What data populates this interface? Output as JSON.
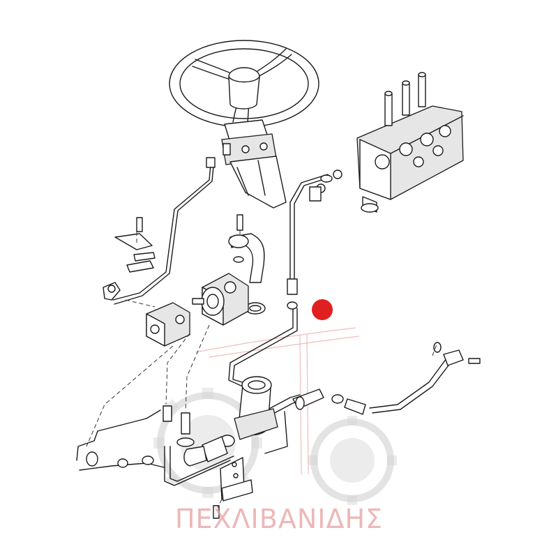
{
  "watermark": {
    "text": "ΠΕΧΛΙΒΑΝΙΔΗΣ",
    "text_color": "#e8a0a0",
    "gear_color": "#cccccc"
  },
  "callout": {
    "color": "#e02020"
  },
  "parts": [
    {
      "name": "steering-wheel"
    },
    {
      "name": "steering-column"
    },
    {
      "name": "control-valve"
    },
    {
      "name": "hydraulic-pump"
    },
    {
      "name": "oil-filter"
    },
    {
      "name": "hydraulic-lines"
    }
  ]
}
